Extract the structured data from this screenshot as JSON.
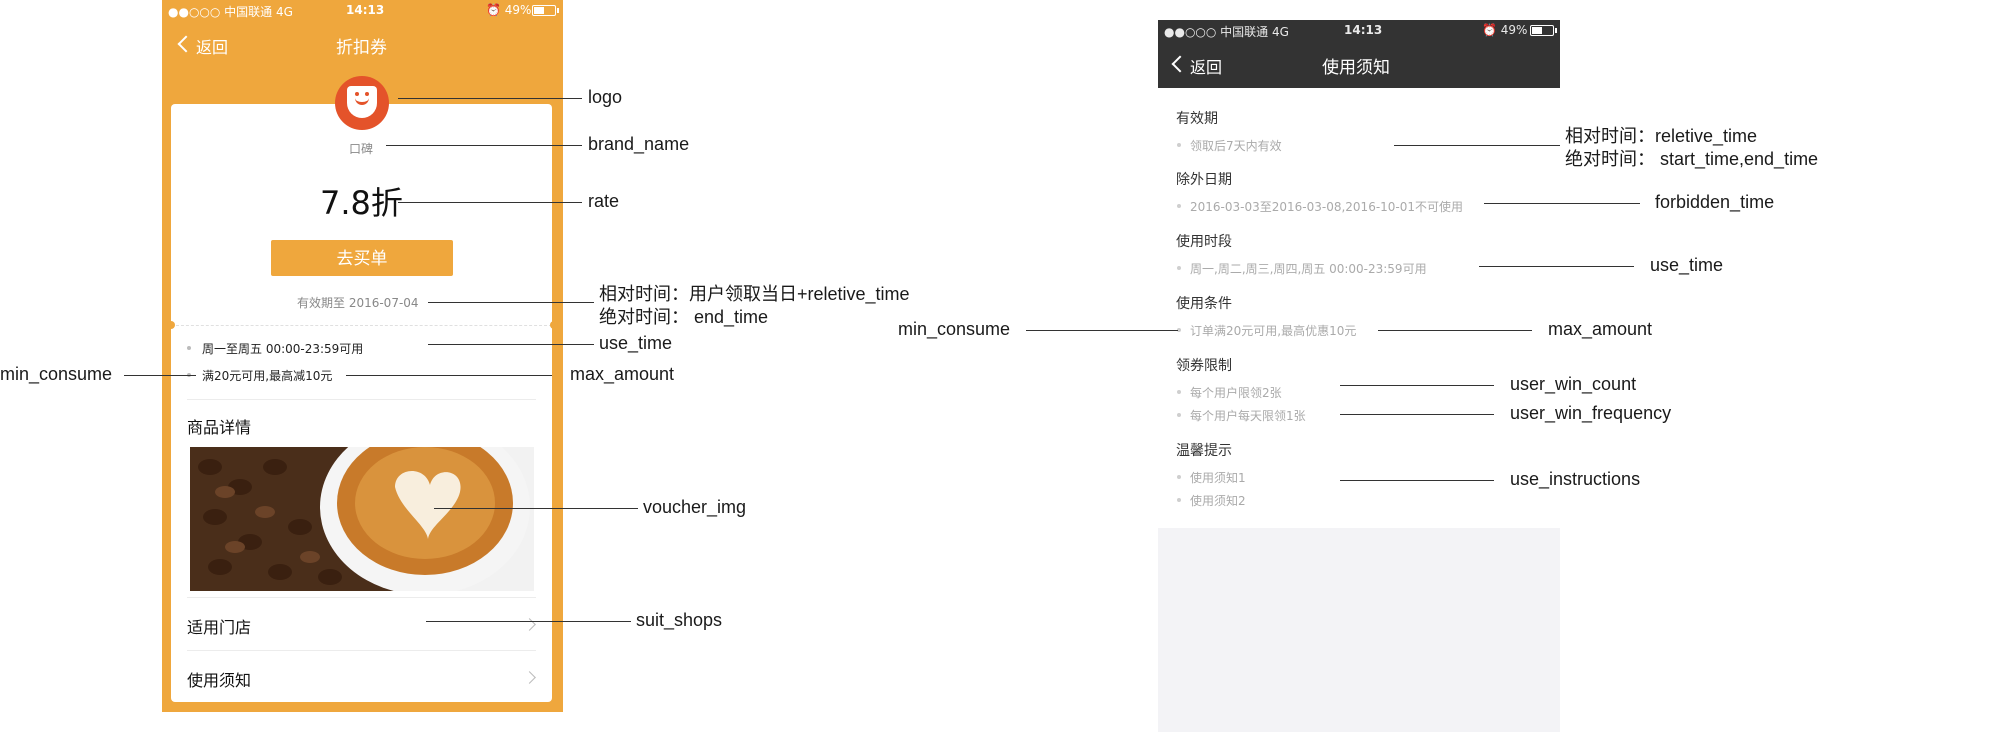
{
  "left_phone": {
    "status": {
      "carrier": "●●○○○ 中国联通  4G",
      "time": "14:13",
      "battery": "⏰ 49%"
    },
    "nav": {
      "back_label": "返回",
      "title": "折扣券"
    },
    "brand_name": "口碑",
    "rate": "7.8折",
    "buy_button": "去买单",
    "valid_until": "有效期至 2016-07-04",
    "rules": [
      "周一至周五 00:00-23:59可用",
      "满20元可用,最高减10元"
    ],
    "details_title": "商品详情",
    "rows": [
      "适用门店",
      "使用须知"
    ]
  },
  "right_phone": {
    "status": {
      "carrier": "●●○○○ 中国联通  4G",
      "time": "14:13",
      "battery": "⏰ 49%"
    },
    "nav": {
      "back_label": "返回",
      "title": "使用须知"
    },
    "sections": [
      {
        "title": "有效期",
        "items": [
          "领取后7天内有效"
        ]
      },
      {
        "title": "除外日期",
        "items": [
          "2016-03-03至2016-03-08,2016-10-01不可使用"
        ]
      },
      {
        "title": "使用时段",
        "items": [
          "周一,周二,周三,周四,周五 00:00-23:59可用"
        ]
      },
      {
        "title": "使用条件",
        "items": [
          "订单满20元可用,最高优惠10元"
        ]
      },
      {
        "title": "领券限制",
        "items": [
          "每个用户限领2张",
          "每个用户每天限领1张"
        ]
      },
      {
        "title": "温馨提示",
        "items": [
          "使用须知1",
          "使用须知2"
        ]
      }
    ]
  },
  "annotations_left": {
    "logo": "logo",
    "brand_name": "brand_name",
    "rate": "rate",
    "time_rel": "相对时间：用户领取当日+reletive_time",
    "time_abs": "绝对时间： end_time",
    "use_time": "use_time",
    "min_consume": "min_consume",
    "max_amount": "max_amount",
    "voucher_img": "voucher_img",
    "suit_shops": "suit_shops"
  },
  "annotations_right": {
    "time_rel": "相对时间：reletive_time",
    "time_abs": "绝对时间： start_time,end_time",
    "forbidden_time": "forbidden_time",
    "use_time": "use_time",
    "min_consume": "min_consume",
    "max_amount": "max_amount",
    "user_win_count": "user_win_count",
    "user_win_frequency": "user_win_frequency",
    "use_instructions": "use_instructions"
  },
  "colors": {
    "brand_orange": "#EFA73D",
    "logo_red": "#E4532A",
    "header_dark": "#333333"
  }
}
